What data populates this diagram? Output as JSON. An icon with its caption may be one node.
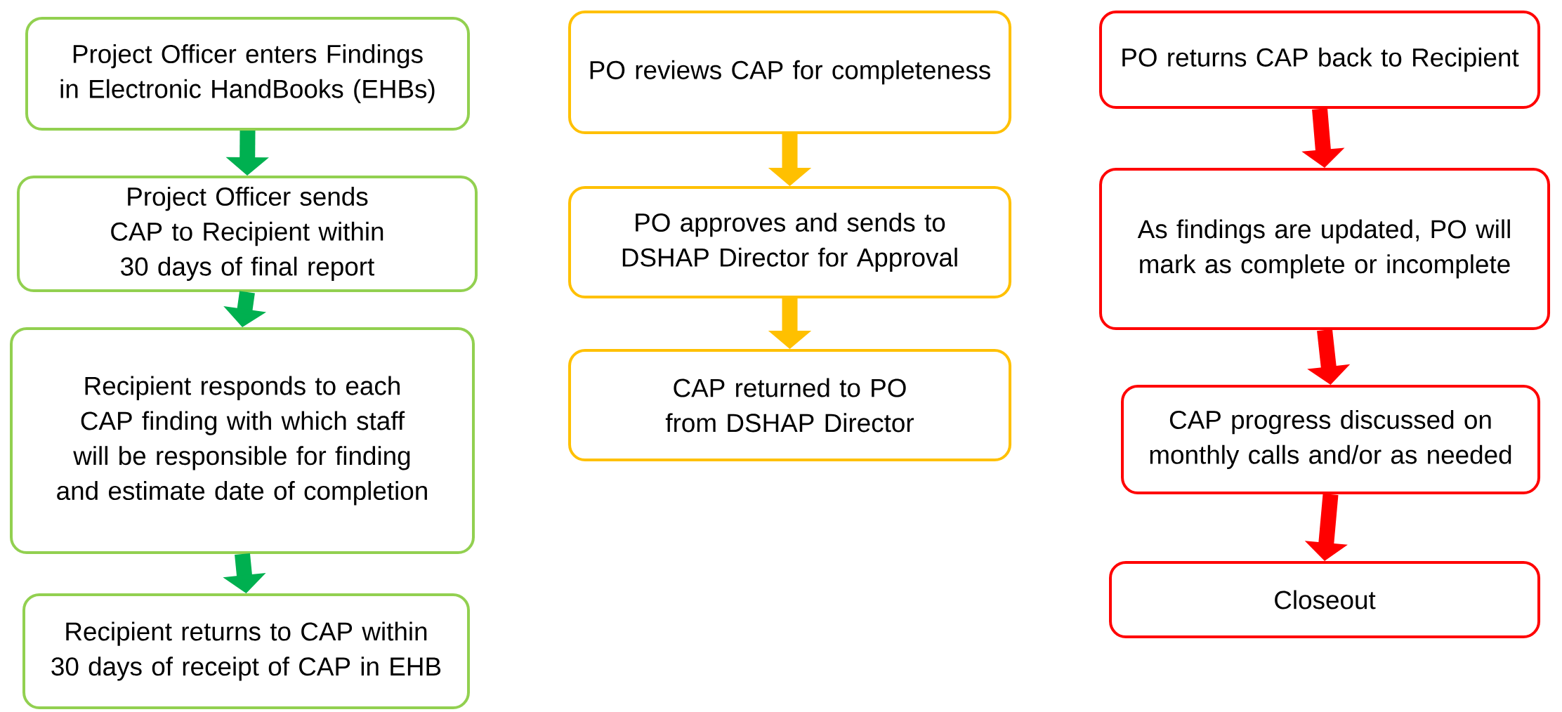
{
  "diagram": {
    "nodes": [
      {
        "text": [
          "Project Officer enters Findings in Electronic HandBooks (EHBs)"
        ]
      },
      {
        "text": [
          "Project Officer sends CAP to Recipient within 30 days of final report"
        ]
      },
      {
        "text": [
          "Recipient responds to each CAP finding with which staff will be responsible for finding and estimate date of completion"
        ]
      },
      {
        "text": [
          "Recipient returns to CAP within 30 days of receipt of CAP in EHB"
        ]
      },
      {
        "text": [
          "PO reviews CAP for completeness"
        ]
      },
      {
        "text": [
          "PO approves and sends to DSHAP Director for Approval"
        ]
      },
      {
        "text": [
          "CAP returned to PO from DSHAP Director"
        ]
      },
      {
        "text": [
          "PO returns CAP back to Recipient"
        ]
      },
      {
        "text": [
          "As findings are updated, PO will mark as complete or incomplete"
        ]
      },
      {
        "text": [
          "CAP progress discussed on monthly calls and/or as needed"
        ]
      },
      {
        "text": [
          "Closeout"
        ]
      }
    ],
    "edges": [
      {
        "from": 0,
        "to": 1,
        "arrow": "to",
        "color": "#00b050"
      },
      {
        "from": 1,
        "to": 2,
        "arrow": "to",
        "color": "#00b050"
      },
      {
        "from": 2,
        "to": 3,
        "arrow": "to",
        "color": "#00b050"
      },
      {
        "from": 4,
        "to": 5,
        "arrow": "to",
        "color": "#ffc000"
      },
      {
        "from": 5,
        "to": 6,
        "arrow": "to",
        "color": "#ffc000"
      },
      {
        "from": 7,
        "to": 8,
        "arrow": "to",
        "color": "#ff0000"
      },
      {
        "from": 8,
        "to": 9,
        "arrow": "to",
        "color": "#ff0000"
      },
      {
        "from": 9,
        "to": 10,
        "arrow": "to",
        "color": "#ff0000"
      }
    ]
  }
}
